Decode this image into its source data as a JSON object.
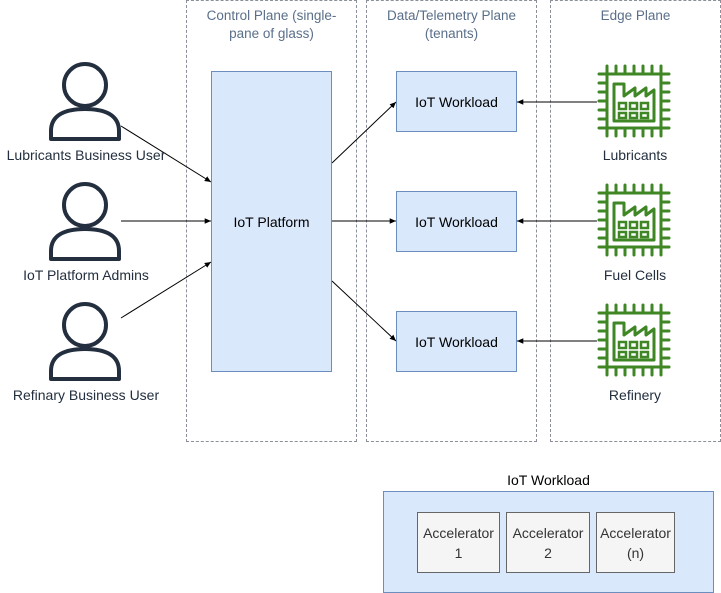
{
  "planes": {
    "control": "Control Plane (single-\npane of glass)",
    "data": "Data/Telemetry Plane\n(tenants)",
    "edge": "Edge Plane"
  },
  "users": [
    {
      "label": "Lubricants Business User",
      "icon": "user-icon"
    },
    {
      "label": "IoT Platform Admins",
      "icon": "user-icon"
    },
    {
      "label": "Refinary Business User",
      "icon": "user-icon"
    }
  ],
  "platform": {
    "label": "IoT Platform"
  },
  "workloads": [
    {
      "label": "IoT Workload"
    },
    {
      "label": "IoT Workload"
    },
    {
      "label": "IoT Workload"
    }
  ],
  "edges": [
    {
      "label": "Lubricants",
      "icon": "factory-chip-icon"
    },
    {
      "label": "Fuel Cells",
      "icon": "factory-chip-icon"
    },
    {
      "label": "Refinery",
      "icon": "factory-chip-icon"
    }
  ],
  "detail": {
    "title": "IoT Workload",
    "accelerators": [
      {
        "label": "Accelerator\n1"
      },
      {
        "label": "Accelerator\n2"
      },
      {
        "label": "Accelerator\n(n)"
      }
    ]
  },
  "colors": {
    "box_fill": "#dae8fc",
    "box_stroke": "#6c8ebf",
    "edge_green": "#3f8624",
    "user_dark": "#232f3e"
  }
}
